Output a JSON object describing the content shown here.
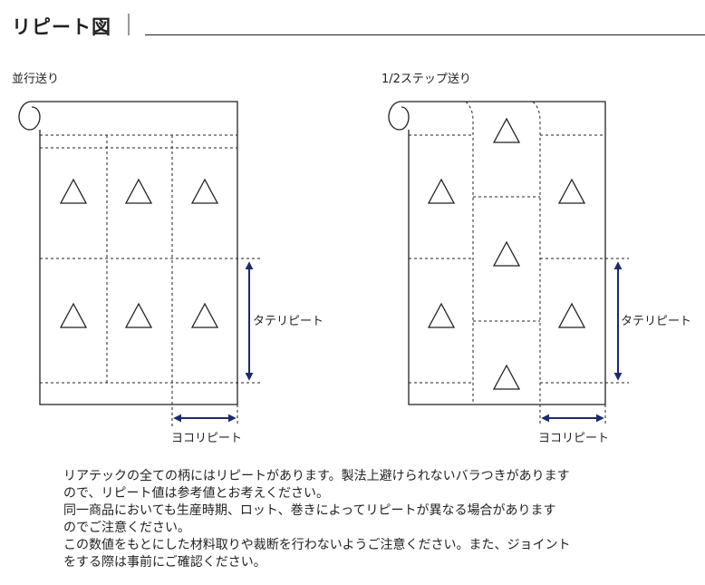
{
  "page": {
    "title": "リピート図"
  },
  "diagrams": [
    {
      "heading": "並行送り",
      "vertical_label": "タテリピート",
      "horizontal_label": "ヨコリピート"
    },
    {
      "heading": "1/2ステップ送り",
      "vertical_label": "タテリピート",
      "horizontal_label": "ヨコリピート"
    }
  ],
  "notes": [
    "リアテックの全ての柄にはリピートがあります。製法上避けられないバラつきがあります",
    "ので、リピート値は参考値とお考えください。",
    "同一商品においても生産時期、ロット、巻きによってリピートが異なる場合があります",
    "のでご注意ください。",
    "この数値をもとにした材料取りや裁断を行わないようご注意ください。また、ジョイント",
    "をする際は事前にご確認ください。"
  ],
  "colors": {
    "arrow": "#1c2a6e",
    "line": "#222222"
  }
}
